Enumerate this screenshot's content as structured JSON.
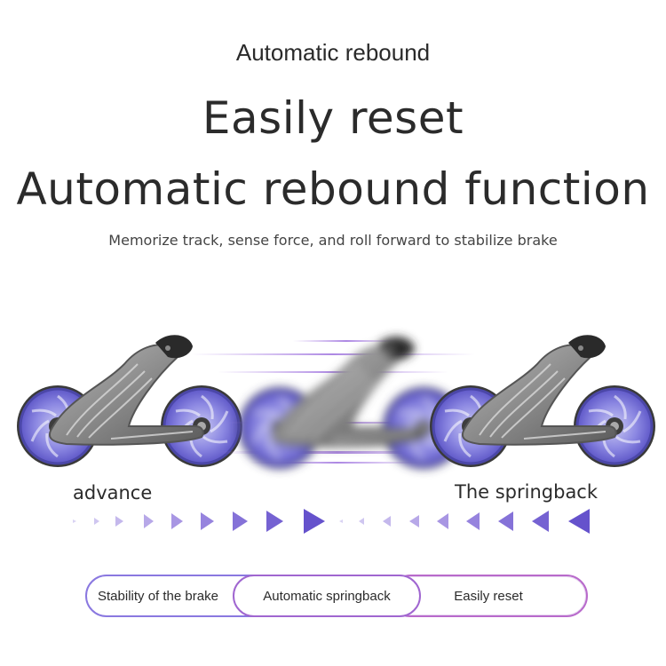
{
  "header": {
    "kicker": "Automatic rebound",
    "title_line1": "Easily reset",
    "title_line2": "Automatic rebound function",
    "subtitle": "Memorize track, sense force, and roll forward to stabilize brake"
  },
  "labels": {
    "advance": "advance",
    "springback": "The springback"
  },
  "pills": [
    "Stability of the brake",
    "Automatic springback",
    "Easily reset"
  ],
  "colors": {
    "accent_purple": "#7b5fd6",
    "wheel_blue": "#6f6ad6",
    "body_gray": "#8d8d8d",
    "text_dark": "#2b2b2b"
  }
}
